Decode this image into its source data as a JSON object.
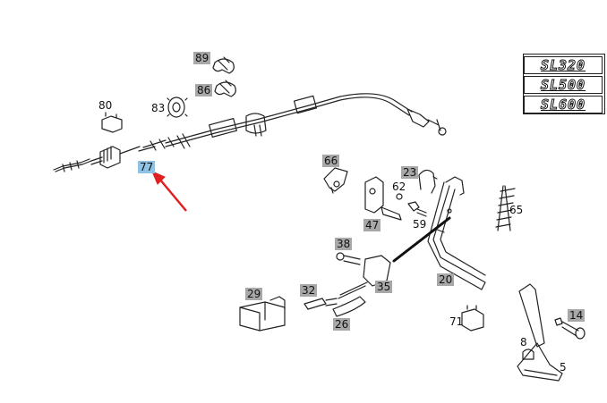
{
  "callouts": [
    {
      "id": "89",
      "style": "hl"
    },
    {
      "id": "86",
      "style": "hl"
    },
    {
      "id": "80",
      "style": "plain"
    },
    {
      "id": "83",
      "style": "plain"
    },
    {
      "id": "77",
      "style": "sel"
    },
    {
      "id": "66",
      "style": "hl"
    },
    {
      "id": "23",
      "style": "hl"
    },
    {
      "id": "62",
      "style": "plain"
    },
    {
      "id": "47",
      "style": "hl"
    },
    {
      "id": "59",
      "style": "plain"
    },
    {
      "id": "65",
      "style": "plain"
    },
    {
      "id": "38",
      "style": "hl"
    },
    {
      "id": "20",
      "style": "hl"
    },
    {
      "id": "29",
      "style": "hl"
    },
    {
      "id": "32",
      "style": "hl"
    },
    {
      "id": "35",
      "style": "hl"
    },
    {
      "id": "26",
      "style": "hl"
    },
    {
      "id": "71",
      "style": "plain"
    },
    {
      "id": "14",
      "style": "hl"
    },
    {
      "id": "8",
      "style": "plain"
    },
    {
      "id": "5",
      "style": "plain"
    }
  ],
  "model_badges": [
    "SL320",
    "SL500",
    "SL600"
  ],
  "colors": {
    "line": "#222222",
    "highlight": "#a8a8a8",
    "selected": "#8ec3e6",
    "arrow": "#e02020"
  }
}
